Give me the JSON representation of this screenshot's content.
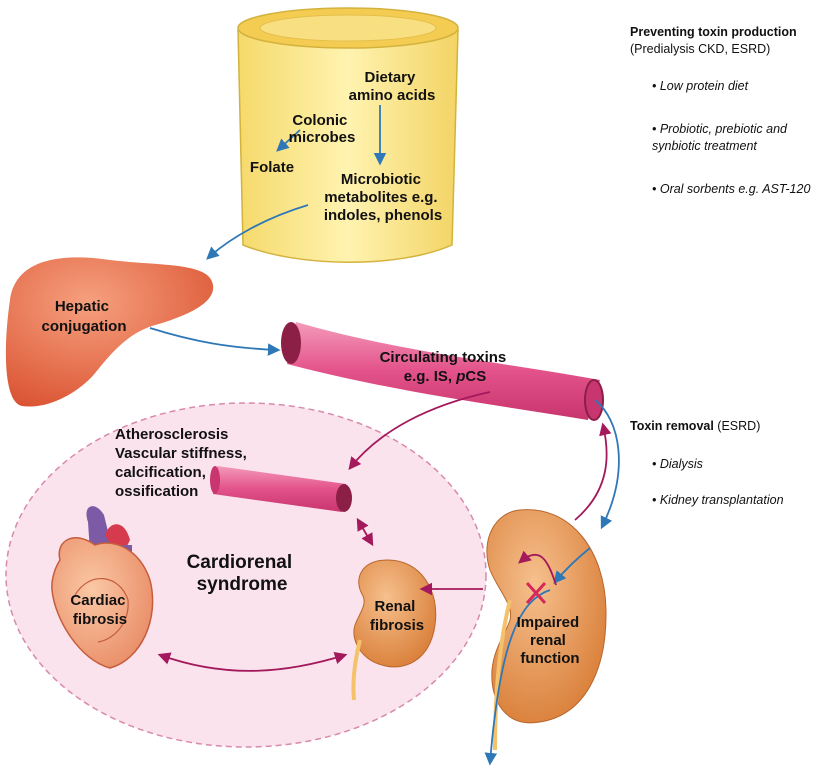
{
  "gut": {
    "dietary": [
      "Dietary",
      "amino acids"
    ],
    "colonic": [
      "Colonic",
      "microbes"
    ],
    "folate": "Folate",
    "metabolites": [
      "Microbiotic",
      "metabolites e.g.",
      "indoles, phenols"
    ]
  },
  "liver": {
    "label": [
      "Hepatic",
      "conjugation"
    ]
  },
  "vessel": {
    "line1": "Circulating toxins",
    "line2_prefix": "e.g. IS, ",
    "line2_italic": "p",
    "line2_suffix": "CS"
  },
  "artery": {
    "label": [
      "Atherosclerosis",
      "Vascular stiffness,",
      "calcification,",
      "ossification"
    ]
  },
  "syndrome": {
    "label": [
      "Cardiorenal",
      "syndrome"
    ]
  },
  "heart": {
    "label": [
      "Cardiac",
      "fibrosis"
    ]
  },
  "small_kidney": {
    "label": [
      "Renal",
      "fibrosis"
    ]
  },
  "big_kidney": {
    "label": [
      "Impaired",
      "renal",
      "function"
    ]
  },
  "preventing": {
    "title": "Preventing toxin production",
    "subtitle": "(Predialysis CKD, ESRD)",
    "items": [
      "• Low protein diet",
      "• Probiotic, prebiotic and",
      "synbiotic treatment",
      "• Oral sorbents e.g. AST-120"
    ]
  },
  "removal": {
    "title": "Toxin removal",
    "title_suffix": " (ESRD)",
    "items": [
      "• Dialysis",
      "• Kidney transplantation"
    ]
  },
  "colors": {
    "blue_arrow": "#2f78b7",
    "magenta_arrow": "#a3195b",
    "gut_fill": "#fbec9a",
    "liver_fill": "#e8704f",
    "vessel_fill": "#e3528a",
    "kidney_fill": "#e08f4a",
    "circle_fill": "#fbe3ee"
  }
}
